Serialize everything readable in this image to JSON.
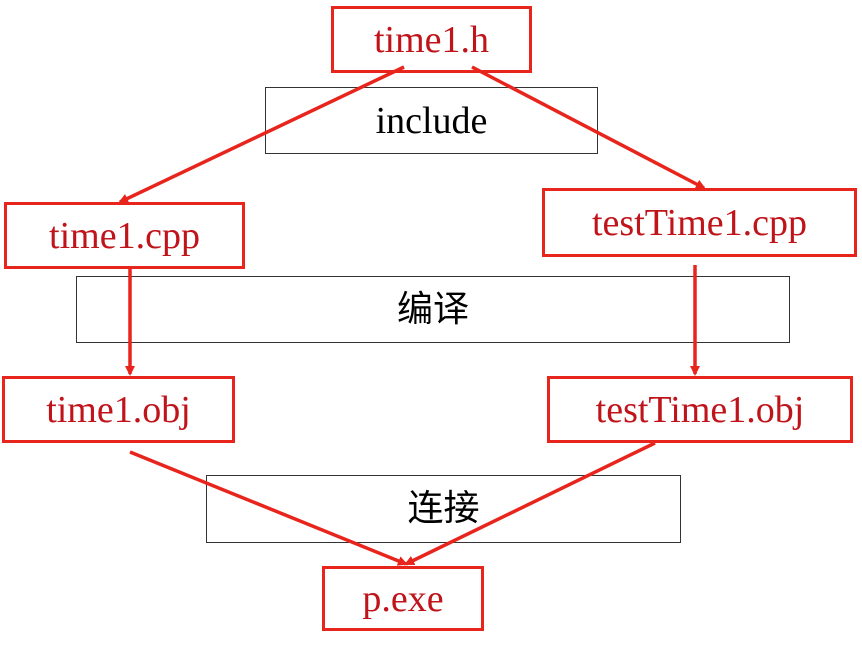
{
  "colors": {
    "file_box_border": "#e8251c",
    "file_text": "#c0141b",
    "stage_border": "#333333",
    "stage_text": "#000000",
    "arrow": "#e8251c"
  },
  "stages": {
    "include": "include",
    "compile": "编译",
    "link": "连接"
  },
  "files": {
    "time1_h": "time1.h",
    "time1_cpp": "time1.cpp",
    "testTime1_cpp": "testTime1.cpp",
    "time1_obj": "time1.obj",
    "testTime1_obj": "testTime1.obj",
    "p_exe": "p.exe"
  },
  "edges": [
    {
      "from": "time1.h",
      "to": "time1.cpp"
    },
    {
      "from": "time1.h",
      "to": "testTime1.cpp"
    },
    {
      "from": "time1.cpp",
      "to": "time1.obj"
    },
    {
      "from": "testTime1.cpp",
      "to": "testTime1.obj"
    },
    {
      "from": "time1.obj",
      "to": "p.exe"
    },
    {
      "from": "testTime1.obj",
      "to": "p.exe"
    }
  ]
}
